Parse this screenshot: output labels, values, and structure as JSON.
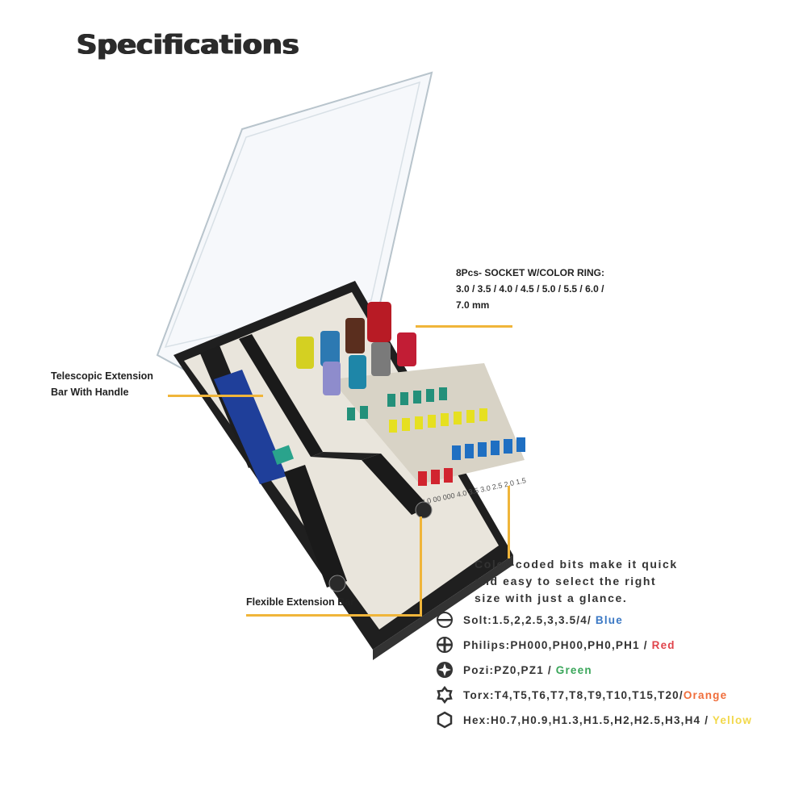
{
  "title": "Specifications",
  "callouts": {
    "telescopic": [
      "Telescopic Extension",
      "Bar With Handle"
    ],
    "flexible": "Flexible Extension Bar",
    "sockets": [
      "8Pcs- SOCKET W/COLOR RING:",
      "3.0 / 3.5 / 4.0 / 4.5 / 5.0 / 5.5 / 6.0 /",
      "7.0 mm"
    ],
    "color_note": [
      "Color-coded bits make it quick",
      "and easy to select the right",
      "size with just a glance."
    ]
  },
  "legend": [
    {
      "icon": "slotted-icon",
      "text": "Solt:1.5,2,2.5,3,3.5/4/ ",
      "color_name": "Blue",
      "color": "#3b78c4"
    },
    {
      "icon": "phillips-icon",
      "text": "Philips:PH000,PH00,PH0,PH1 / ",
      "color_name": "Red",
      "color": "#e0444b"
    },
    {
      "icon": "pozi-icon",
      "text": "Pozi:PZ0,PZ1 / ",
      "color_name": "Green",
      "color": "#3aa65a"
    },
    {
      "icon": "torx-icon",
      "text": "Torx:T4,T5,T6,T7,T8,T9,T10,T15,T20/",
      "color_name": "Orange",
      "color": "#f06d3a"
    },
    {
      "icon": "hex-icon",
      "text": "Hex:H0.7,H0.9,H1.3,H1.5,H2,H2.5,H3,H4 / ",
      "color_name": "Yellow",
      "color": "#f2d84a"
    }
  ],
  "tray_labels": "I  0  00 000 4.0  3.5  3.0  2.5  2.0  1.5"
}
